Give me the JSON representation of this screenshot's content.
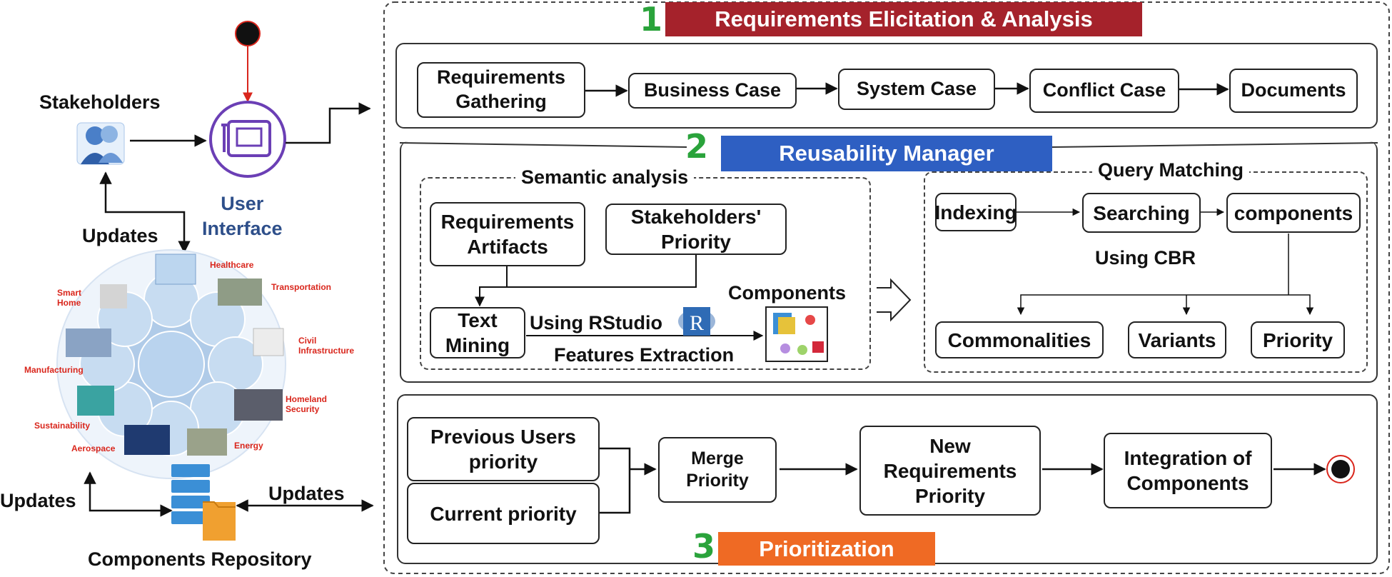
{
  "left": {
    "stakeholders": "Stakeholders",
    "user_interface": "User\nInterface",
    "updates_top": "Updates",
    "updates_bottom_left": "Updates",
    "updates_bottom_right": "Updates",
    "components_repository": "Components Repository",
    "domains": {
      "healthcare": "Healthcare",
      "transportation": "Transportation",
      "smart_home": "Smart\nHome",
      "civil_infrastructure": "Civil\nInfrastructure",
      "manufacturing": "Manufacturing",
      "homeland_security": "Homeland\nSecurity",
      "sustainability": "Sustainability",
      "energy": "Energy",
      "aerospace": "Aerospace"
    }
  },
  "section1": {
    "number": "1",
    "title": "Requirements Elicitation & Analysis",
    "steps": [
      "Requirements\nGathering",
      "Business Case",
      "System Case",
      "Conflict Case",
      "Documents"
    ]
  },
  "section2": {
    "number": "2",
    "title": "Reusability Manager",
    "semantic_analysis": "Semantic analysis",
    "requirements_artifacts": "Requirements\nArtifacts",
    "stakeholders_priority": "Stakeholders'\nPriority",
    "text_mining": "Text\nMining",
    "using_rstudio": "Using RStudio",
    "features_extraction": "Features Extraction",
    "components": "Components",
    "query_matching": "Query  Matching",
    "indexing": "Indexing",
    "searching": "Searching",
    "components_box": "components",
    "using_cbr": "Using CBR",
    "commonalities": "Commonalities",
    "variants": "Variants",
    "priority": "Priority"
  },
  "section3": {
    "number": "3",
    "title": "Prioritization",
    "previous_users": "Previous Users\npriority",
    "current_priority": "Current  priority",
    "merge_priority": "Merge\nPriority",
    "new_requirements": "New\nRequirements\nPriority",
    "integration": "Integration of\nComponents"
  },
  "colors": {
    "banner1": "#a5222b",
    "banner2": "#2e5fc2",
    "banner3": "#ef6a24",
    "number": "#2aa33b",
    "ui_purple": "#6b3fb5"
  }
}
